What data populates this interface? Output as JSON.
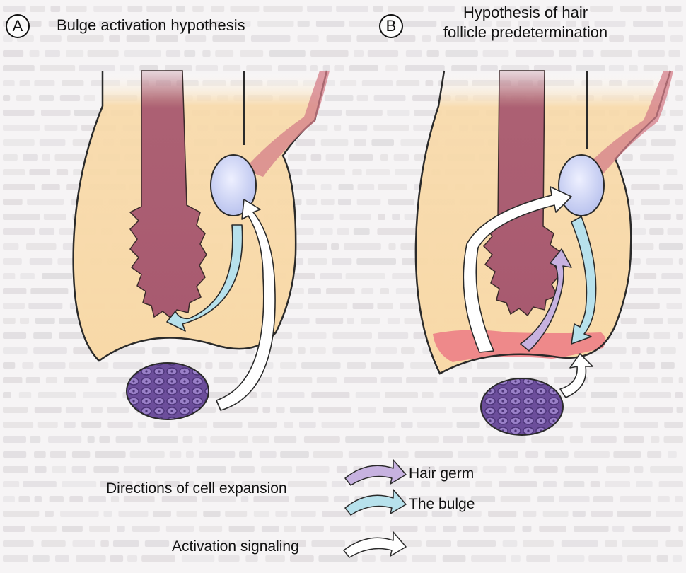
{
  "panels": [
    {
      "letter": "A",
      "title": "Bulge activation hypothesis"
    },
    {
      "letter": "B",
      "title_line1": "Hypothesis of hair",
      "title_line2": "follicle predetermination"
    }
  ],
  "legend": {
    "cell_expansion_label": "Directions of cell expansion",
    "hair_germ_label": "Hair germ",
    "bulge_label": "The bulge",
    "activation_label": "Activation signaling"
  },
  "colors": {
    "skin": "#f8d9a8",
    "hair_shaft": "#a85a70",
    "bulge": "#c9d0f2",
    "dermal_papilla": "#7b5fa6",
    "hair_germ_band": "#ec7f86",
    "arrow_bulge": "#b7e1ec",
    "arrow_hair_germ": "#c7b2e0",
    "arrow_activation": "#ffffff"
  }
}
